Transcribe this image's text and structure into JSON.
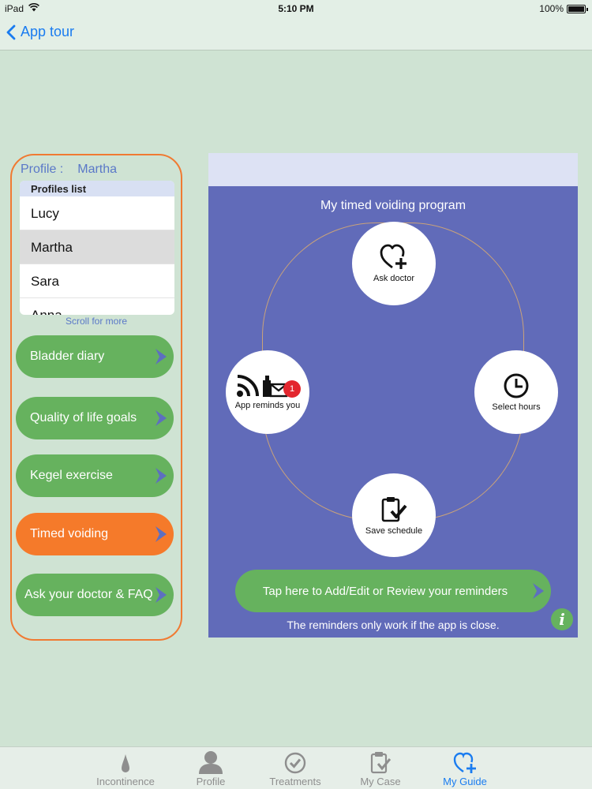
{
  "status_bar": {
    "device": "iPad",
    "time": "5:10 PM",
    "battery": "100%"
  },
  "nav": {
    "back_label": "App tour"
  },
  "profile": {
    "label": "Profile :",
    "current": "Martha",
    "list_header": "Profiles list",
    "items": [
      "Lucy",
      "Martha",
      "Sara",
      "Anna"
    ],
    "selected": "Martha",
    "scroll_hint": "Scroll for more"
  },
  "menu": [
    {
      "label": "Bladder diary",
      "active": false
    },
    {
      "label": "Quality of life goals",
      "active": false
    },
    {
      "label": "Kegel exercise",
      "active": false
    },
    {
      "label": "Timed voiding",
      "active": true
    },
    {
      "label": "Ask your doctor & FAQ",
      "active": false
    }
  ],
  "program": {
    "title": "My timed voiding program",
    "nodes": {
      "ask_doctor": {
        "label": "Ask doctor",
        "icon": "heart-plus-icon"
      },
      "select_hours": {
        "label": "Select hours",
        "icon": "clock-icon"
      },
      "save_schedule": {
        "label": "Save schedule",
        "icon": "clipboard-check-icon"
      },
      "app_reminds": {
        "label": "App reminds you",
        "icon": "rss-mailbox-icon",
        "badge": "1"
      }
    },
    "reminder_button": "Tap here to Add/Edit or Review your reminders",
    "reminder_note": "The reminders only work if the app is close."
  },
  "tabs": [
    {
      "label": "Incontinence",
      "icon": "drop-icon",
      "active": false
    },
    {
      "label": "Profile",
      "icon": "person-icon",
      "active": false
    },
    {
      "label": "Treatments",
      "icon": "check-circle-icon",
      "active": false
    },
    {
      "label": "My Case",
      "icon": "clipboard-icon",
      "active": false
    },
    {
      "label": "My Guide",
      "icon": "heart-plus-icon",
      "active": true
    }
  ],
  "colors": {
    "background": "#cfe3d3",
    "accent_blue": "#1a7cf0",
    "menu_green": "#66b25e",
    "menu_orange": "#f57a2a",
    "panel_purple": "#616bb9",
    "badge_red": "#e3262e"
  }
}
